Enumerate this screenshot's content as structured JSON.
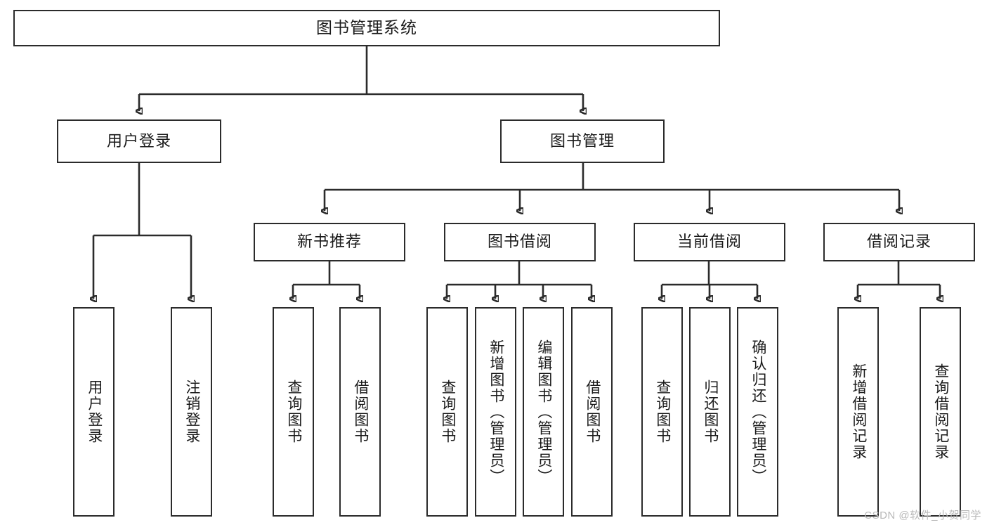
{
  "diagram": {
    "title": "图书管理系统",
    "type": "tree",
    "root": {
      "label": "图书管理系统",
      "name": "root-node"
    },
    "level2": [
      {
        "label": "用户登录",
        "name": "node-user-login"
      },
      {
        "label": "图书管理",
        "name": "node-book-management"
      }
    ],
    "level3": [
      {
        "label": "新书推荐",
        "name": "node-new-book-recommend"
      },
      {
        "label": "图书借阅",
        "name": "node-book-borrow"
      },
      {
        "label": "当前借阅",
        "name": "node-current-borrow"
      },
      {
        "label": "借阅记录",
        "name": "node-borrow-record"
      }
    ],
    "leaves": {
      "user_login": [
        {
          "label": "用户登录",
          "name": "leaf-user-login"
        },
        {
          "label": "注销登录",
          "name": "leaf-logout"
        }
      ],
      "new_book_recommend": [
        {
          "label": "查询图书",
          "name": "leaf-query-book-1"
        },
        {
          "label": "借阅图书",
          "name": "leaf-borrow-book-1"
        }
      ],
      "book_borrow": [
        {
          "label": "查询图书",
          "name": "leaf-query-book-2"
        },
        {
          "label": "新增图书（管理员）",
          "name": "leaf-add-book-admin"
        },
        {
          "label": "编辑图书（管理员）",
          "name": "leaf-edit-book-admin"
        },
        {
          "label": "借阅图书",
          "name": "leaf-borrow-book-2"
        }
      ],
      "current_borrow": [
        {
          "label": "查询图书",
          "name": "leaf-query-book-3"
        },
        {
          "label": "归还图书",
          "name": "leaf-return-book"
        },
        {
          "label": "确认归还（管理员）",
          "name": "leaf-confirm-return-admin"
        }
      ],
      "borrow_record": [
        {
          "label": "新增借阅记录",
          "name": "leaf-add-borrow-record"
        },
        {
          "label": "查询借阅记录",
          "name": "leaf-query-borrow-record"
        }
      ]
    }
  },
  "watermark": {
    "text": "CSDN @软件_小贺同学"
  },
  "colors": {
    "stroke": "#2b2b2b",
    "background": "#ffffff",
    "text": "#1a1a1a",
    "watermark": "#b9b9b9"
  }
}
